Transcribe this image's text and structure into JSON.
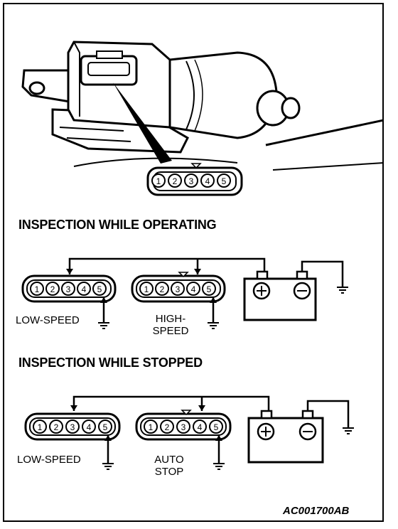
{
  "sections": {
    "operating_title": "INSPECTION WHILE OPERATING",
    "stopped_title": "INSPECTION WHILE STOPPED"
  },
  "connector_pins": [
    "1",
    "2",
    "3",
    "4",
    "5"
  ],
  "labels": {
    "low_speed_1": "LOW-SPEED",
    "high_speed_line1": "HIGH-",
    "high_speed_line2": "SPEED",
    "low_speed_2": "LOW-SPEED",
    "auto_stop_line1": "AUTO",
    "auto_stop_line2": "STOP"
  },
  "battery": {
    "positive_symbol": "⊕",
    "negative_symbol": "⊖"
  },
  "figure_code": "AC001700AB"
}
